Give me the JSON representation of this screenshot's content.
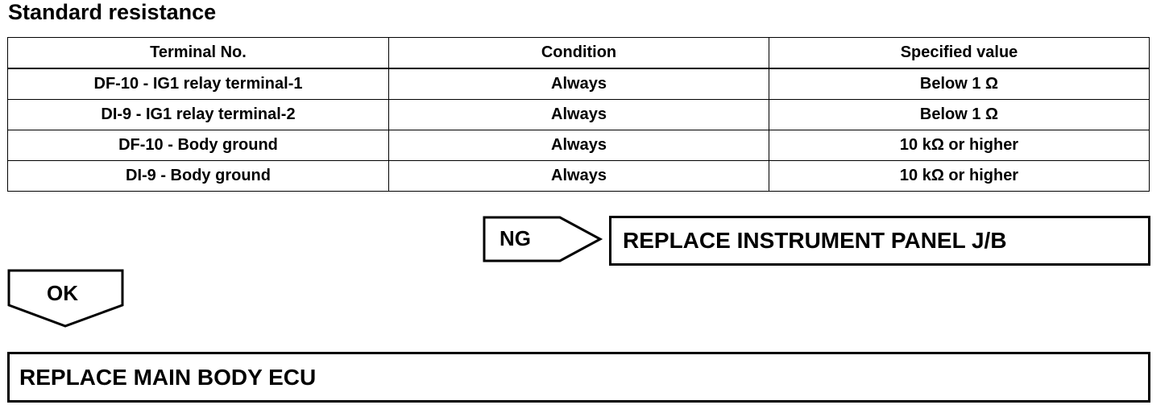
{
  "section_title": "Standard resistance",
  "table": {
    "headers": [
      "Terminal No.",
      "Condition",
      "Specified value"
    ],
    "rows": [
      [
        "DF-10 - IG1 relay terminal-1",
        "Always",
        "Below 1 Ω"
      ],
      [
        "DI-9 - IG1 relay terminal-2",
        "Always",
        "Below 1 Ω"
      ],
      [
        "DF-10 - Body ground",
        "Always",
        "10 kΩ or higher"
      ],
      [
        "DI-9 - Body ground",
        "Always",
        "10 kΩ or higher"
      ]
    ]
  },
  "ng": {
    "label": "NG",
    "action": "REPLACE INSTRUMENT PANEL J/B"
  },
  "ok": {
    "label": "OK",
    "action": "REPLACE MAIN BODY ECU"
  }
}
